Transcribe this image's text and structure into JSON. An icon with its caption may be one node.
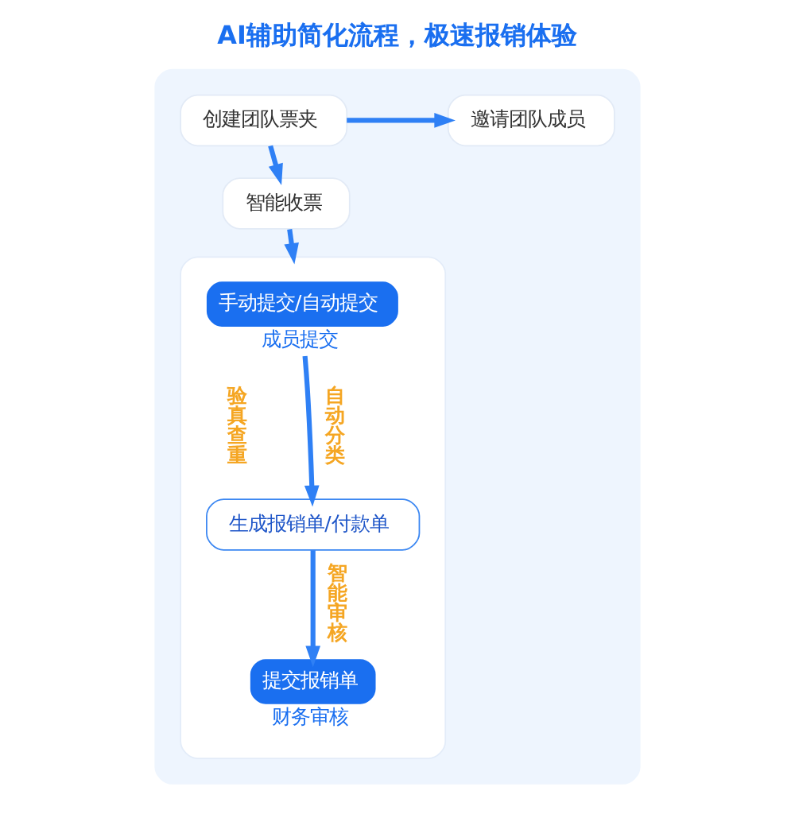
{
  "diagram": {
    "title": "AI辅助简化流程，极速报销体验",
    "nodes": [
      {
        "text": [],
        "shape": "box"
      },
      {
        "text": [
          "创建团队票夹"
        ],
        "in": 0
      },
      {
        "text": [
          "邀请团队成员"
        ],
        "in": 0
      },
      {
        "text": [
          "智能收票"
        ],
        "in": 0
      },
      {
        "text": [],
        "shape": "box",
        "in": 0
      },
      {
        "text": [
          "手动提交/自动提交"
        ],
        "beside": [
          "成员提交"
        ],
        "in": 4
      },
      {
        "text": [
          "生成报销单/付款单"
        ],
        "in": 4
      },
      {
        "text": [
          "提交报销单"
        ],
        "beside": [
          "财务审核"
        ],
        "in": 4
      }
    ],
    "edges": [
      {
        "from": 1,
        "to": 2,
        "arrow": "to"
      },
      {
        "from": 1,
        "to": 3,
        "arrow": "to"
      },
      {
        "from": 3,
        "to": 4,
        "arrow": "to"
      },
      {
        "from": 5,
        "to": 6,
        "arrow": "to",
        "label": "自动分类"
      },
      {
        "from": 6,
        "to": 7,
        "arrow": "to",
        "label": "智能审核"
      }
    ],
    "labels": [
      "验真查重"
    ]
  }
}
